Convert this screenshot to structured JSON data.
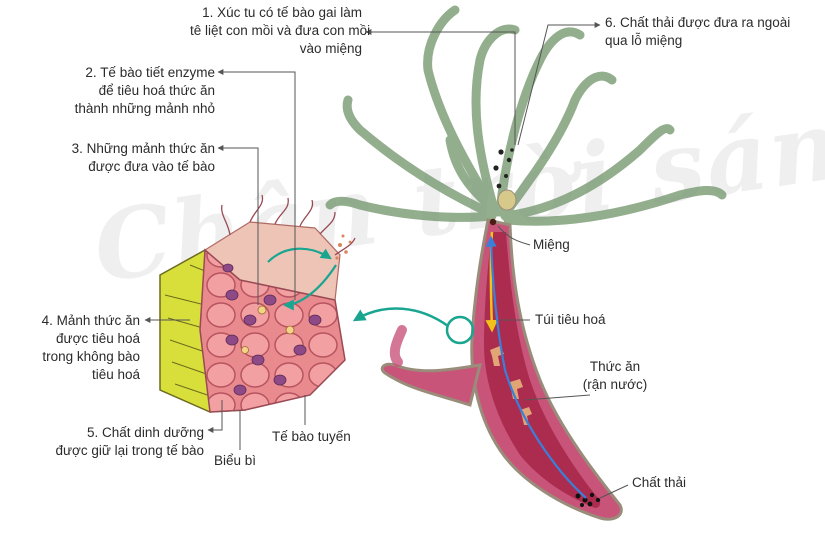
{
  "watermark": "Chân trời sáng tạo",
  "labels": {
    "step1": [
      "1. Xúc tu có tế bào gai làm",
      "tê liệt con mồi và đưa con mồi",
      "vào miệng"
    ],
    "step2": [
      "2. Tế bào tiết enzyme",
      "để tiêu hoá thức ăn",
      "thành những mảnh nhỏ"
    ],
    "step3": [
      "3. Những mảnh thức ăn",
      "được đưa vào tế bào"
    ],
    "step4": [
      "4. Mảnh thức ăn",
      "được tiêu hoá",
      "trong không bào",
      "tiêu hoá"
    ],
    "step5": [
      "5. Chất dinh dưỡng",
      "được giữ lại trong tế bào"
    ],
    "step6": [
      "6. Chất thải được đưa ra ngoài",
      "qua lỗ miệng"
    ],
    "mouth": "Miệng",
    "digestive_sac": "Túi tiêu hoá",
    "food": [
      "Thức ăn",
      "(rận nước)"
    ],
    "waste": "Chất thải",
    "gland_cell": "Tế bào tuyến",
    "epidermis": "Biểu bì"
  },
  "colors": {
    "body": "#c9547a",
    "body_outline": "#9a8c7a",
    "cavity": "#a8284a",
    "tentacle": "#7fa07a",
    "epidermis": "#d9df3a",
    "gland": "#e7a3a3",
    "arrow_teal": "#1aa591",
    "arrow_blue": "#3a7fd8",
    "arrow_yellow": "#f2c21a",
    "leader": "#555555"
  }
}
